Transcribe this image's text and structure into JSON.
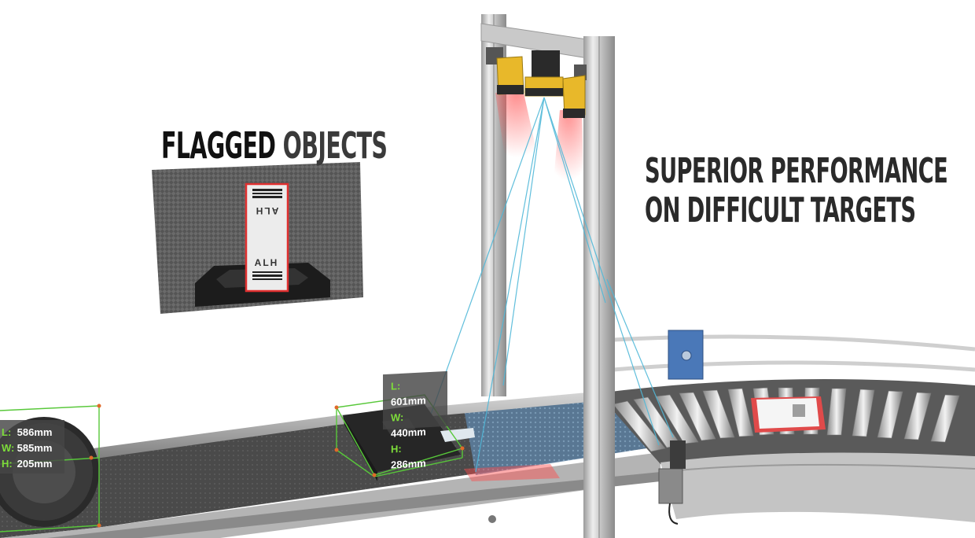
{
  "headlines": {
    "flagged": {
      "word1": "FLAGGED",
      "word2": "OBJECTS"
    },
    "superior": {
      "line1": "SUPERIOR PERFORMANCE",
      "line2": "ON DIFFICULT TARGETS"
    }
  },
  "flagged_image": {
    "label_top": "ALH",
    "label_bottom": "ALH"
  },
  "box_dims": [
    {
      "key": "L:",
      "value": "601mm"
    },
    {
      "key": "W:",
      "value": "440mm"
    },
    {
      "key": "H:",
      "value": "286mm"
    }
  ],
  "tire_dims": [
    {
      "key": "L:",
      "value": "586mm"
    },
    {
      "key": "W:",
      "value": "585mm"
    },
    {
      "key": "H:",
      "value": "205mm"
    }
  ],
  "colors": {
    "laser_line": "#4fb8d8",
    "camera_yellow": "#e8b82a",
    "bbox_green": "#58c83a",
    "red_glow": "#ff4a4a"
  }
}
